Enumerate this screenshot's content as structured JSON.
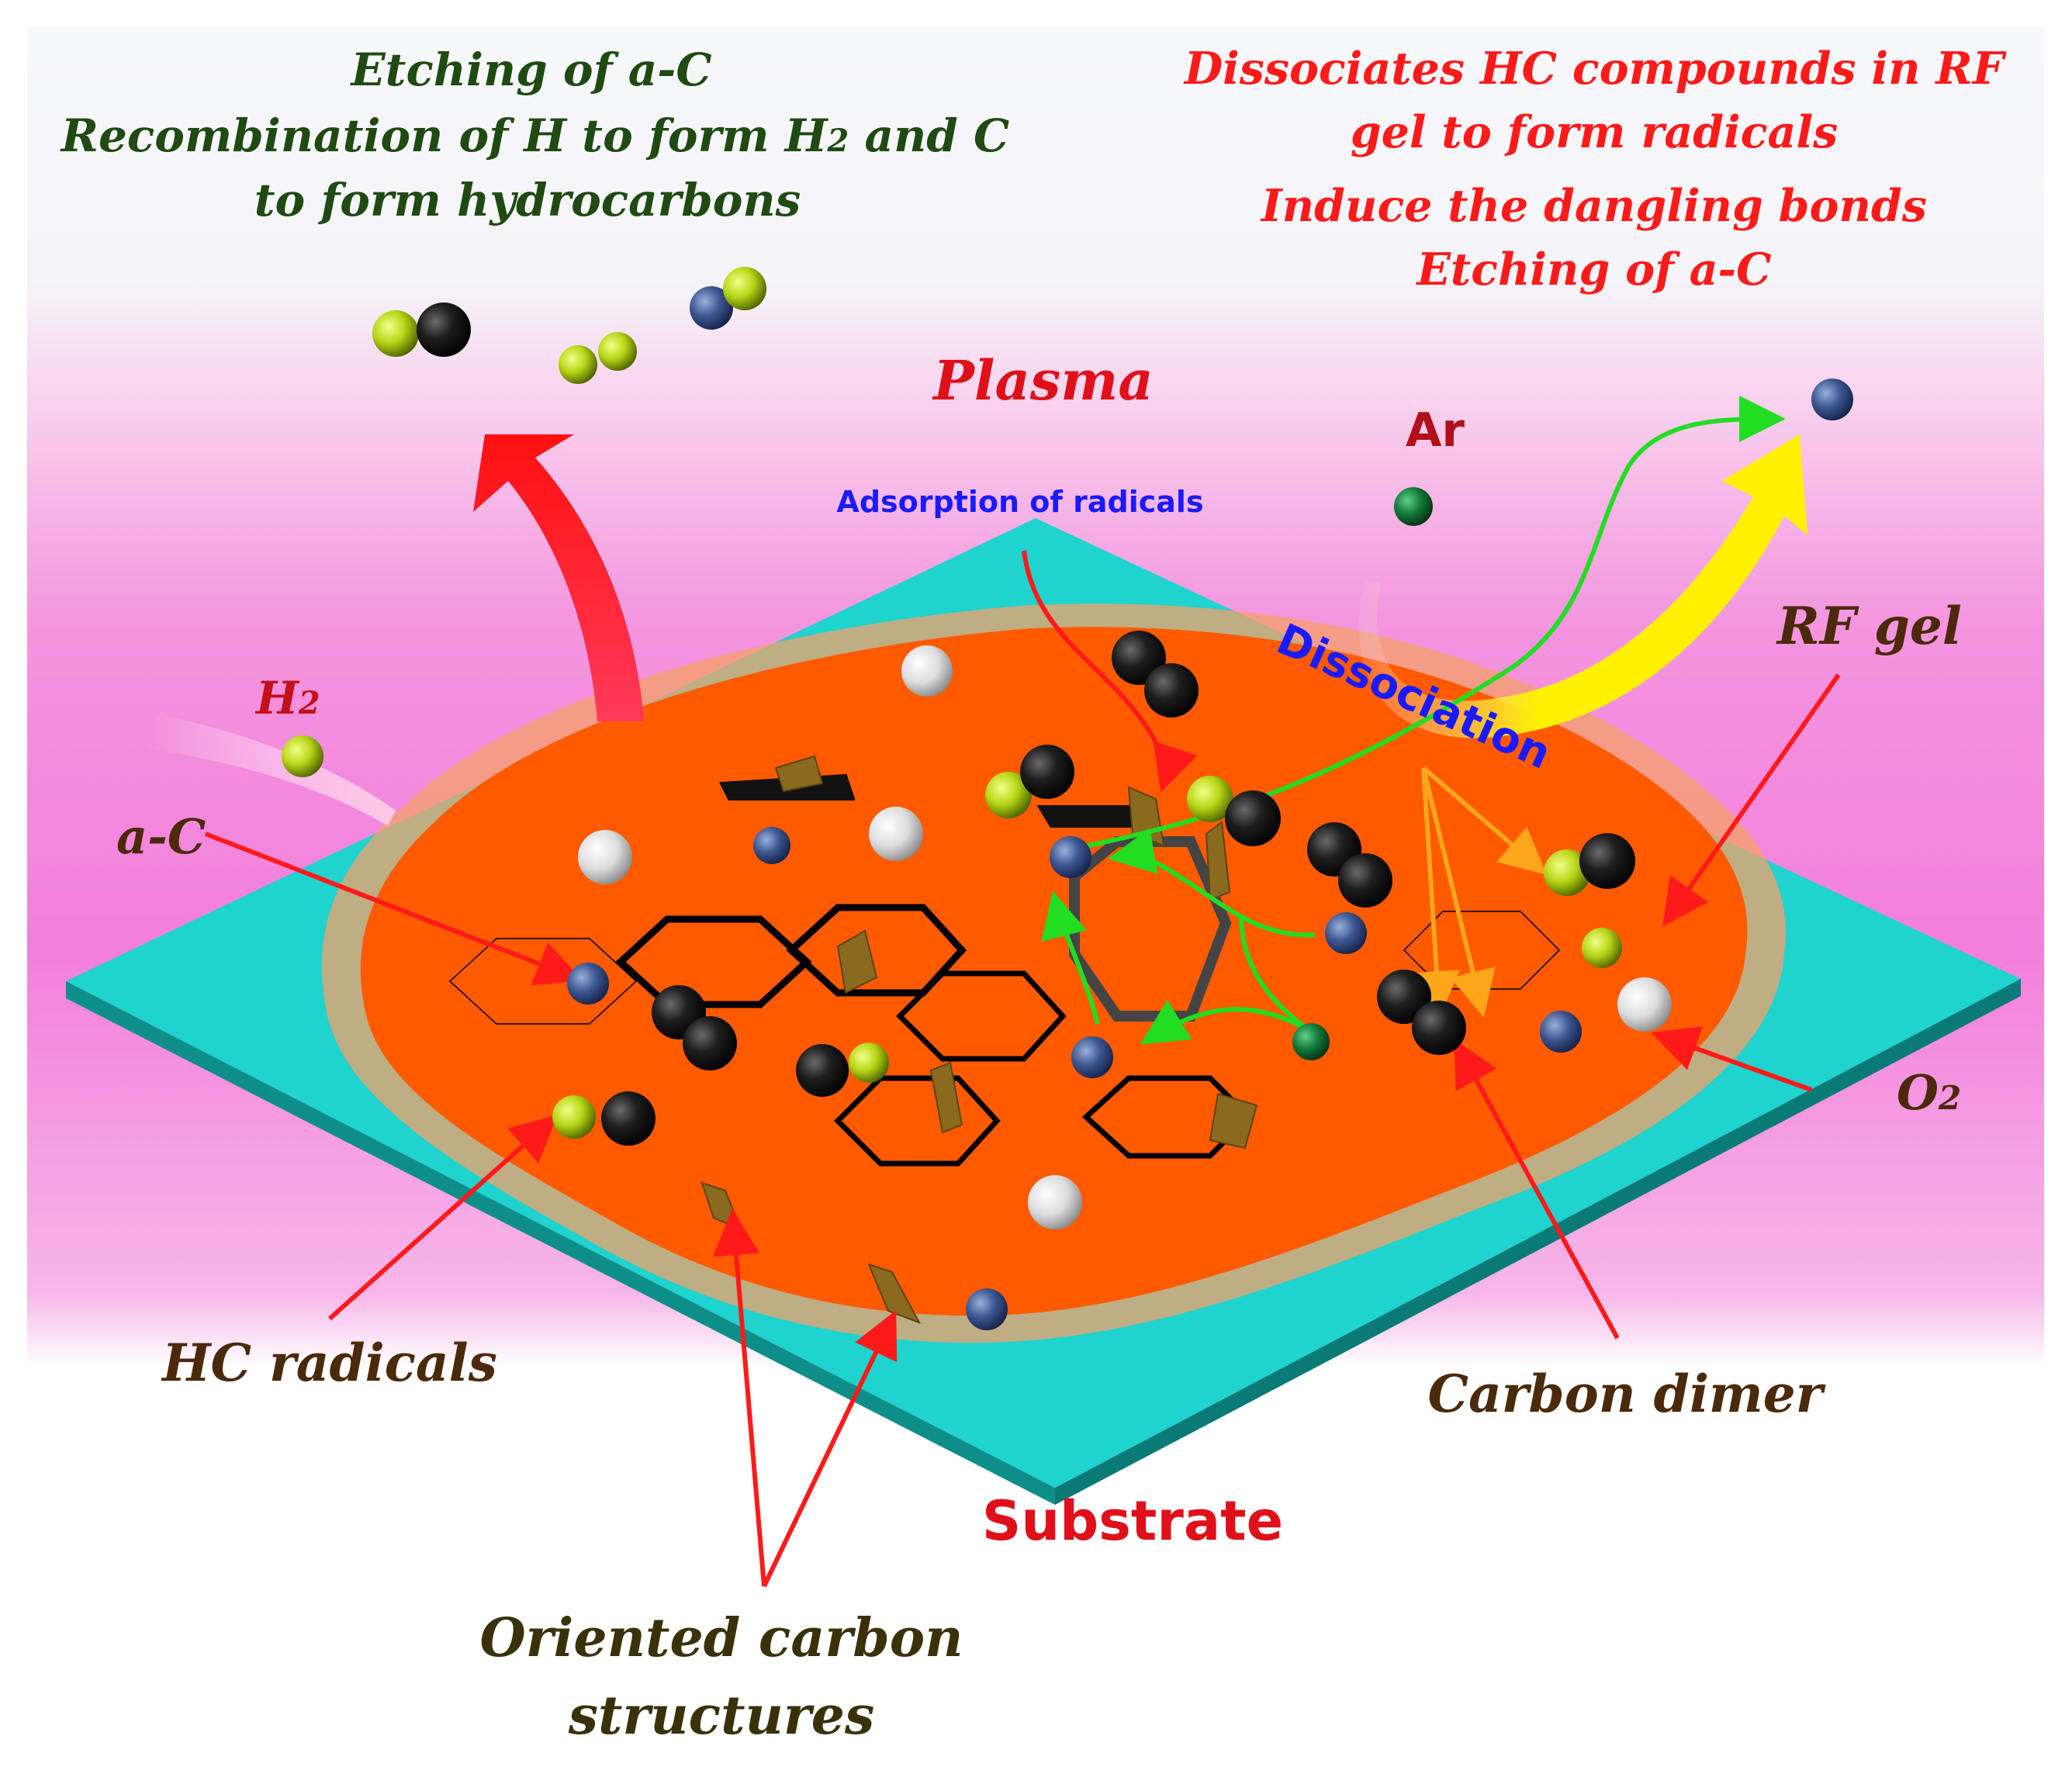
{
  "top_left_text": {
    "line1": "Etching of a-C",
    "line2": "Recombination of H to form H",
    "line2_sub": "2",
    "line2_tail": " and C",
    "line3": "to form hydrocarbons"
  },
  "top_right_text": {
    "line1": "Dissociates HC compounds in RF",
    "line2": "gel to form radicals",
    "line3": "Induce the dangling bonds",
    "line4": "Etching of a-C"
  },
  "labels": {
    "plasma": "Plasma",
    "ar": "Ar",
    "adsorption": "Adsorption  of radicals",
    "dissociation": "Dissociation",
    "rf_gel": "RF gel",
    "h2": "H",
    "h2_sub": "2",
    "a_c": "a-C",
    "o2": "O",
    "o2_sub": "2",
    "hc_radicals": "HC radicals",
    "carbon_dimer": "Carbon dimer",
    "substrate": "Substrate",
    "oriented1": "Oriented carbon",
    "oriented2": "structures"
  },
  "colors": {
    "green_text": "#1f4a12",
    "red_text": "#ff1a1a",
    "brown_text": "#4a2a0a",
    "blue_text": "#1a1aff",
    "substrate_top": "#1fd3cf",
    "rf_gel": "#ff5a00",
    "background_pink": "#f57fe0"
  },
  "atom_legend": [
    "hydrogen-atom",
    "carbon-atom",
    "nitrogen-atom",
    "oxygen-atom",
    "argon-atom"
  ]
}
